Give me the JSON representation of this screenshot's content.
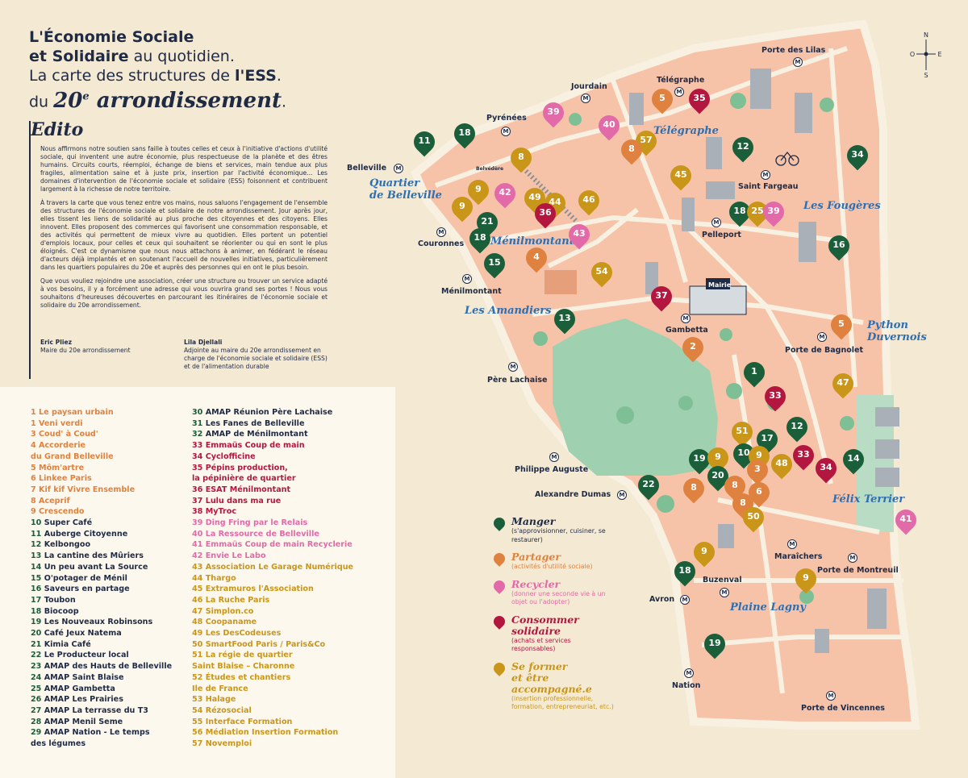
{
  "title": {
    "line1": "L'Économie Sociale",
    "line2_bold": "et Solidaire",
    "line2_rest": " au quotidien.",
    "line3_a": "La carte des structures de ",
    "line3_b": "l'ESS",
    "line4_a": "du ",
    "line4_num": "20",
    "line4_sup": "e",
    "line4_b": "arrondissement",
    "line4_c": "."
  },
  "edito": {
    "heading": "Edito",
    "p1": "Nous affirmons notre soutien sans faille à toutes celles et ceux à l'initiative d'actions d'utilité sociale, qui inventent une autre économie, plus respectueuse de la planète et des êtres humains. Circuits courts, réemploi, échange de biens et services, main tendue aux plus fragiles, alimentation saine et à juste prix, insertion par l'activité économique... Les domaines d'intervention de l'économie sociale et solidaire (ESS) foisonnent et contribuent largement à la richesse de notre territoire.",
    "p2": "À travers la carte que vous tenez entre vos mains, nous saluons l'engagement de l'ensemble des structures de l'économie sociale et solidaire de notre arrondissement. Jour après jour, elles tissent les liens de solidarité au plus proche des citoyennes et des citoyens. Elles innovent. Elles proposent des commerces qui favorisent une consommation responsable, et des activités qui permettent de mieux vivre au quotidien. Elles portent un potentiel d'emplois locaux, pour celles et ceux qui souhaitent se réorienter ou qui en sont le plus éloignés. C'est ce dynamisme que nous nous attachons à animer, en fédérant le réseau d'acteurs déjà implantés et en soutenant l'accueil de nouvelles initiatives, particulièrement dans les quartiers populaires du 20e et auprès des personnes qui en ont le plus besoin.",
    "p3": "Que vous vouliez rejoindre une association, créer une structure ou trouver un service adapté à vos besoins, il y a forcément une adresse qui vous ouvrira grand ses portes ! Nous vous souhaitons d'heureuses découvertes en parcourant les itinéraires de l'économie sociale et solidaire du 20e arrondissement.",
    "sig1_name": "Eric Pliez",
    "sig1_role": "Maire du 20e arrondissement",
    "sig2_name": "Lila Djellali",
    "sig2_role": "Adjointe au maire du 20e arrondissement en charge de l'économie sociale et solidaire (ESS) et de l'alimentation durable"
  },
  "structures": [
    {
      "n": "1",
      "label": "Le paysan urbain",
      "cat": "partager"
    },
    {
      "n": "1",
      "label": "Veni verdi",
      "cat": "partager"
    },
    {
      "n": "3",
      "label": "Coud' à Coud'",
      "cat": "partager"
    },
    {
      "n": "4",
      "label": "Accorderie",
      "cat": "partager"
    },
    {
      "n": "",
      "label": "du Grand Belleville",
      "cat": "partager"
    },
    {
      "n": "5",
      "label": "Môm'artre",
      "cat": "partager"
    },
    {
      "n": "6",
      "label": "Linkee Paris",
      "cat": "partager"
    },
    {
      "n": "7",
      "label": "Kif kif Vivre Ensemble",
      "cat": "partager"
    },
    {
      "n": "8",
      "label": "Aceprif",
      "cat": "partager"
    },
    {
      "n": "9",
      "label": "Crescendo",
      "cat": "partager"
    },
    {
      "n": "10",
      "label": "Super Café",
      "cat": "manger"
    },
    {
      "n": "11",
      "label": "Auberge Citoyenne",
      "cat": "manger"
    },
    {
      "n": "12",
      "label": "Kelbongoo",
      "cat": "manger"
    },
    {
      "n": "13",
      "label": "La cantine des Mûriers",
      "cat": "manger"
    },
    {
      "n": "14",
      "label": "Un peu avant La Source",
      "cat": "manger"
    },
    {
      "n": "15",
      "label": "O'potager de Ménil",
      "cat": "manger"
    },
    {
      "n": "16",
      "label": "Saveurs en partage",
      "cat": "manger"
    },
    {
      "n": "17",
      "label": "Toubon",
      "cat": "manger"
    },
    {
      "n": "18",
      "label": "Biocoop",
      "cat": "manger"
    },
    {
      "n": "19",
      "label": "Les Nouveaux Robinsons",
      "cat": "manger"
    },
    {
      "n": "20",
      "label": "Café Jeux Natema",
      "cat": "manger"
    },
    {
      "n": "21",
      "label": "Kimia Café",
      "cat": "manger"
    },
    {
      "n": "22",
      "label": "Le Producteur local",
      "cat": "manger"
    },
    {
      "n": "23",
      "label": "AMAP des Hauts de Belleville",
      "cat": "manger"
    },
    {
      "n": "24",
      "label": "AMAP Saint Blaise",
      "cat": "manger"
    },
    {
      "n": "25",
      "label": "AMAP Gambetta",
      "cat": "manger"
    },
    {
      "n": "26",
      "label": "AMAP Les Prairies",
      "cat": "manger"
    },
    {
      "n": "27",
      "label": "AMAP La terrasse du T3",
      "cat": "manger"
    },
    {
      "n": "28",
      "label": "AMAP Menil Seme",
      "cat": "manger"
    },
    {
      "n": "29",
      "label": "AMAP Nation - Le temps",
      "cat": "manger"
    },
    {
      "n": "",
      "label": "des légumes",
      "cat": "manger"
    }
  ],
  "structures2": [
    {
      "n": "30",
      "label": "AMAP Réunion Père Lachaise",
      "cat": "manger"
    },
    {
      "n": "31",
      "label": "Les Fanes de Belleville",
      "cat": "manger"
    },
    {
      "n": "32",
      "label": "AMAP de Ménilmontant",
      "cat": "manger"
    },
    {
      "n": "33",
      "label": "Emmaüs Coup de main",
      "cat": "consommer"
    },
    {
      "n": "34",
      "label": "Cyclofficine",
      "cat": "consommer"
    },
    {
      "n": "35",
      "label": "Pépins production,",
      "cat": "consommer"
    },
    {
      "n": "",
      "label": "la pépinière de quartier",
      "cat": "consommer"
    },
    {
      "n": "36",
      "label": "ESAT Ménilmontant",
      "cat": "consommer"
    },
    {
      "n": "37",
      "label": "Lulu dans ma rue",
      "cat": "consommer"
    },
    {
      "n": "38",
      "label": "MyTroc",
      "cat": "consommer"
    },
    {
      "n": "39",
      "label": "Ding Fring par le Relais",
      "cat": "recycler"
    },
    {
      "n": "40",
      "label": "La Ressource de Belleville",
      "cat": "recycler"
    },
    {
      "n": "41",
      "label": "Emmaüs Coup de main Recyclerie",
      "cat": "recycler"
    },
    {
      "n": "42",
      "label": "Envie Le Labo",
      "cat": "recycler"
    },
    {
      "n": "43",
      "label": "Association Le Garage Numérique",
      "cat": "former"
    },
    {
      "n": "44",
      "label": "Thargo",
      "cat": "former"
    },
    {
      "n": "45",
      "label": "Extramuros l'Association",
      "cat": "former"
    },
    {
      "n": "46",
      "label": "La Ruche Paris",
      "cat": "former"
    },
    {
      "n": "47",
      "label": "Simplon.co",
      "cat": "former"
    },
    {
      "n": "48",
      "label": "Coopaname",
      "cat": "former"
    },
    {
      "n": "49",
      "label": "Les DesCodeuses",
      "cat": "former"
    },
    {
      "n": "50",
      "label": "SmartFood Paris / Paris&Co",
      "cat": "former"
    },
    {
      "n": "51",
      "label": "La régie de quartier",
      "cat": "former"
    },
    {
      "n": "",
      "label": "Saint Blaise – Charonne",
      "cat": "former"
    },
    {
      "n": "52",
      "label": "Études et chantiers",
      "cat": "former"
    },
    {
      "n": "",
      "label": "Ile de France",
      "cat": "former"
    },
    {
      "n": "53",
      "label": "Halage",
      "cat": "former"
    },
    {
      "n": "54",
      "label": "Rézosocial",
      "cat": "former"
    },
    {
      "n": "55",
      "label": "Interface Formation",
      "cat": "former"
    },
    {
      "n": "56",
      "label": "Médiation Insertion Formation",
      "cat": "former"
    },
    {
      "n": "57",
      "label": "Novemploi",
      "cat": "former"
    }
  ],
  "colors": {
    "manger": "#1b5e3a",
    "partager": "#e0823f",
    "recycler": "#e26aa8",
    "consommer": "#b3173f",
    "former": "#c9961a",
    "map_fill": "#f7c3a8",
    "park": "#9fd0b0",
    "road": "#f8f0e0"
  },
  "places": {
    "porte_lilas": "Porte des Lilas",
    "jourdain": "Jourdain",
    "telegraphe": "Télégraphe",
    "pyrenees": "Pyrénées",
    "belleville": "Belleville",
    "couronnes": "Couronnes",
    "menilmontant": "Ménilmontant",
    "saint_fargeau": "Saint Fargeau",
    "pelleport": "Pelleport",
    "gambetta": "Gambetta",
    "porte_bagnolet": "Porte de Bagnolet",
    "pere_lachaise": "Père Lachaise",
    "philippe_auguste": "Philippe Auguste",
    "alexandre_dumas": "Alexandre Dumas",
    "maraichers": "Maraîchers",
    "porte_montreuil": "Porte de Montreuil",
    "buzenval": "Buzenval",
    "avron": "Avron",
    "nation": "Nation",
    "porte_vincennes": "Porte de Vincennes",
    "mairie": "Mairie",
    "belvedere": "Belvédère",
    "metro_letter": "M"
  },
  "quartiers": {
    "belleville_1": "Quartier",
    "belleville_2": "de Belleville",
    "telegraphe": "Télégraphe",
    "fougeres": "Les Fougères",
    "menilmontant": "Ménilmontant",
    "amandiers": "Les Amandiers",
    "python_1": "Python",
    "python_2": "Duvernois",
    "felix_terrier": "Félix Terrier",
    "plaine_lagny": "Plaine Lagny"
  },
  "categories": {
    "manger_title": "Manger",
    "manger_sub": "(s'approvisionner, cuisiner, se restaurer)",
    "partager_title": "Partager",
    "partager_sub": "(activités d'utilité sociale)",
    "recycler_title": "Recycler",
    "recycler_sub": "(donner une seconde vie à un objet ou l'adopter)",
    "consommer_title1": "Consommer",
    "consommer_title2": "solidaire",
    "consommer_sub": "(achats et services responsables)",
    "former_title1": "Se former",
    "former_title2": "et être accompagné.e",
    "former_sub": "(insertion professionnelle, formation, entrepreneuriat, etc.)"
  },
  "compass": {
    "n": "N",
    "s": "S",
    "e": "E",
    "o": "O"
  },
  "pins": [
    {
      "n": "11",
      "cat": "manger"
    },
    {
      "n": "18",
      "cat": "manger"
    },
    {
      "n": "39",
      "cat": "recycler"
    },
    {
      "n": "40",
      "cat": "recycler"
    },
    {
      "n": "5",
      "cat": "partager"
    },
    {
      "n": "35",
      "cat": "consommer"
    },
    {
      "n": "57",
      "cat": "former"
    },
    {
      "n": "8",
      "cat": "partager"
    },
    {
      "n": "12",
      "cat": "manger"
    },
    {
      "n": "34",
      "cat": "manger"
    },
    {
      "n": "8",
      "cat": "former"
    },
    {
      "n": "45",
      "cat": "former"
    },
    {
      "n": "9",
      "cat": "former"
    },
    {
      "n": "42",
      "cat": "recycler"
    },
    {
      "n": "49",
      "cat": "former"
    },
    {
      "n": "44",
      "cat": "former"
    },
    {
      "n": "46",
      "cat": "former"
    },
    {
      "n": "9",
      "cat": "former"
    },
    {
      "n": "36",
      "cat": "consommer"
    },
    {
      "n": "21",
      "cat": "manger"
    },
    {
      "n": "18",
      "cat": "manger"
    },
    {
      "n": "43",
      "cat": "recycler"
    },
    {
      "n": "18",
      "cat": "manger"
    },
    {
      "n": "25",
      "cat": "former"
    },
    {
      "n": "39",
      "cat": "recycler"
    },
    {
      "n": "16",
      "cat": "manger"
    },
    {
      "n": "15",
      "cat": "manger"
    },
    {
      "n": "4",
      "cat": "partager"
    },
    {
      "n": "54",
      "cat": "former"
    },
    {
      "n": "37",
      "cat": "consommer"
    },
    {
      "n": "13",
      "cat": "manger"
    },
    {
      "n": "5",
      "cat": "partager"
    },
    {
      "n": "2",
      "cat": "partager"
    },
    {
      "n": "1",
      "cat": "manger"
    },
    {
      "n": "47",
      "cat": "former"
    },
    {
      "n": "33",
      "cat": "consommer"
    },
    {
      "n": "12",
      "cat": "manger"
    },
    {
      "n": "51",
      "cat": "former"
    },
    {
      "n": "17",
      "cat": "manger"
    },
    {
      "n": "19",
      "cat": "manger"
    },
    {
      "n": "9",
      "cat": "former"
    },
    {
      "n": "10",
      "cat": "manger"
    },
    {
      "n": "9",
      "cat": "former"
    },
    {
      "n": "48",
      "cat": "former"
    },
    {
      "n": "33",
      "cat": "consommer"
    },
    {
      "n": "34",
      "cat": "consommer"
    },
    {
      "n": "14",
      "cat": "manger"
    },
    {
      "n": "3",
      "cat": "partager"
    },
    {
      "n": "22",
      "cat": "manger"
    },
    {
      "n": "8",
      "cat": "partager"
    },
    {
      "n": "20",
      "cat": "manger"
    },
    {
      "n": "8",
      "cat": "partager"
    },
    {
      "n": "6",
      "cat": "partager"
    },
    {
      "n": "8",
      "cat": "partager"
    },
    {
      "n": "50",
      "cat": "former"
    },
    {
      "n": "41",
      "cat": "recycler"
    },
    {
      "n": "9",
      "cat": "former"
    },
    {
      "n": "18",
      "cat": "manger"
    },
    {
      "n": "9",
      "cat": "former"
    },
    {
      "n": "19",
      "cat": "manger"
    }
  ]
}
